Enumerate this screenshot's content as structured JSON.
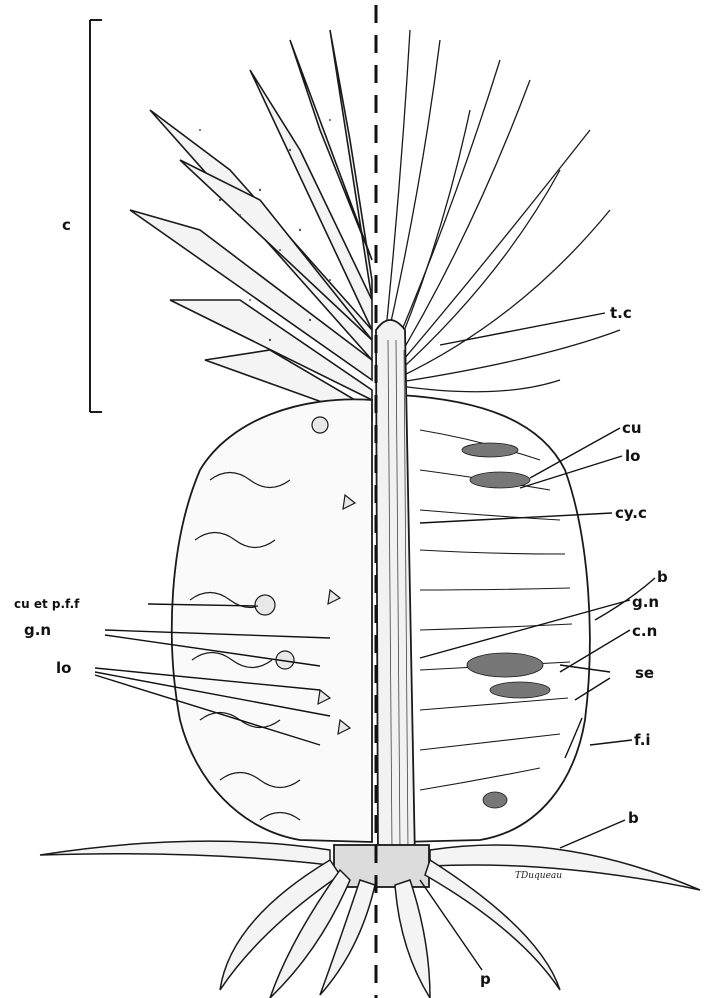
{
  "figure": {
    "labels": {
      "c": "c",
      "tc": "t.c",
      "cu_right": "cu",
      "lo_right": "lo",
      "cyc": "cy.c",
      "b_upper": "b",
      "gn_right": "g.n",
      "cn": "c.n",
      "se": "se",
      "fi": "f.i",
      "b_lower": "b",
      "p": "p",
      "cu_pff": "cu et p.f.f",
      "gn_left": "g.n",
      "lo_left": "lo"
    },
    "signature": "TDuqueau"
  },
  "colors": {
    "ink": "#1a1a1a",
    "background": "#ffffff"
  }
}
